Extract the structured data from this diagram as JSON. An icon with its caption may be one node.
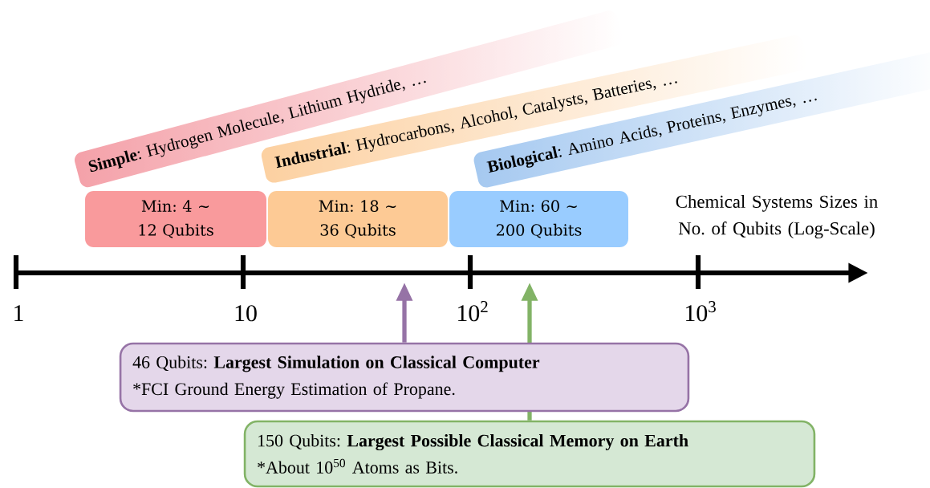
{
  "diagram": {
    "nodes": [
      {
        "text": [
          "**Simple**: Hydrogen Molecule, Lithium Hydride, …"
        ]
      },
      {
        "text": [
          "**Industrial**: Hydrocarbons, Alcohol, Catalysts, Batteries, …"
        ]
      },
      {
        "text": [
          "**Biological**: Amino Acids, Proteins, Enzymes, …"
        ]
      },
      {
        "text": [
          "Min: 4 ∼ 12 Qubits"
        ]
      },
      {
        "text": [
          "Min: 18 ∼ 36 Qubits"
        ]
      },
      {
        "text": [
          "Min: 60 ∼ 200 Qubits"
        ]
      },
      {
        "text": [
          "46 Qubits: **Largest Simulation on Classical Computer**",
          "*FCI Ground Energy Estimation of Propane."
        ]
      },
      {
        "text": [
          "150 Qubits: **Largest Possible Classical Memory on Earth**",
          "*About 10$^{50}$ Atoms as Bits."
        ]
      }
    ],
    "edges": [
      {
        "from": 6,
        "to": null,
        "arrow": "to",
        "color": "#9673a6"
      },
      {
        "from": 7,
        "to": null,
        "arrow": "to",
        "color": "#82b366"
      }
    ],
    "labels": [
      "Chemical Systems Sizes in No. of Qubits (Log-Scale)",
      "1",
      "10",
      "10$^{2}$",
      "10$^{3}$"
    ]
  }
}
